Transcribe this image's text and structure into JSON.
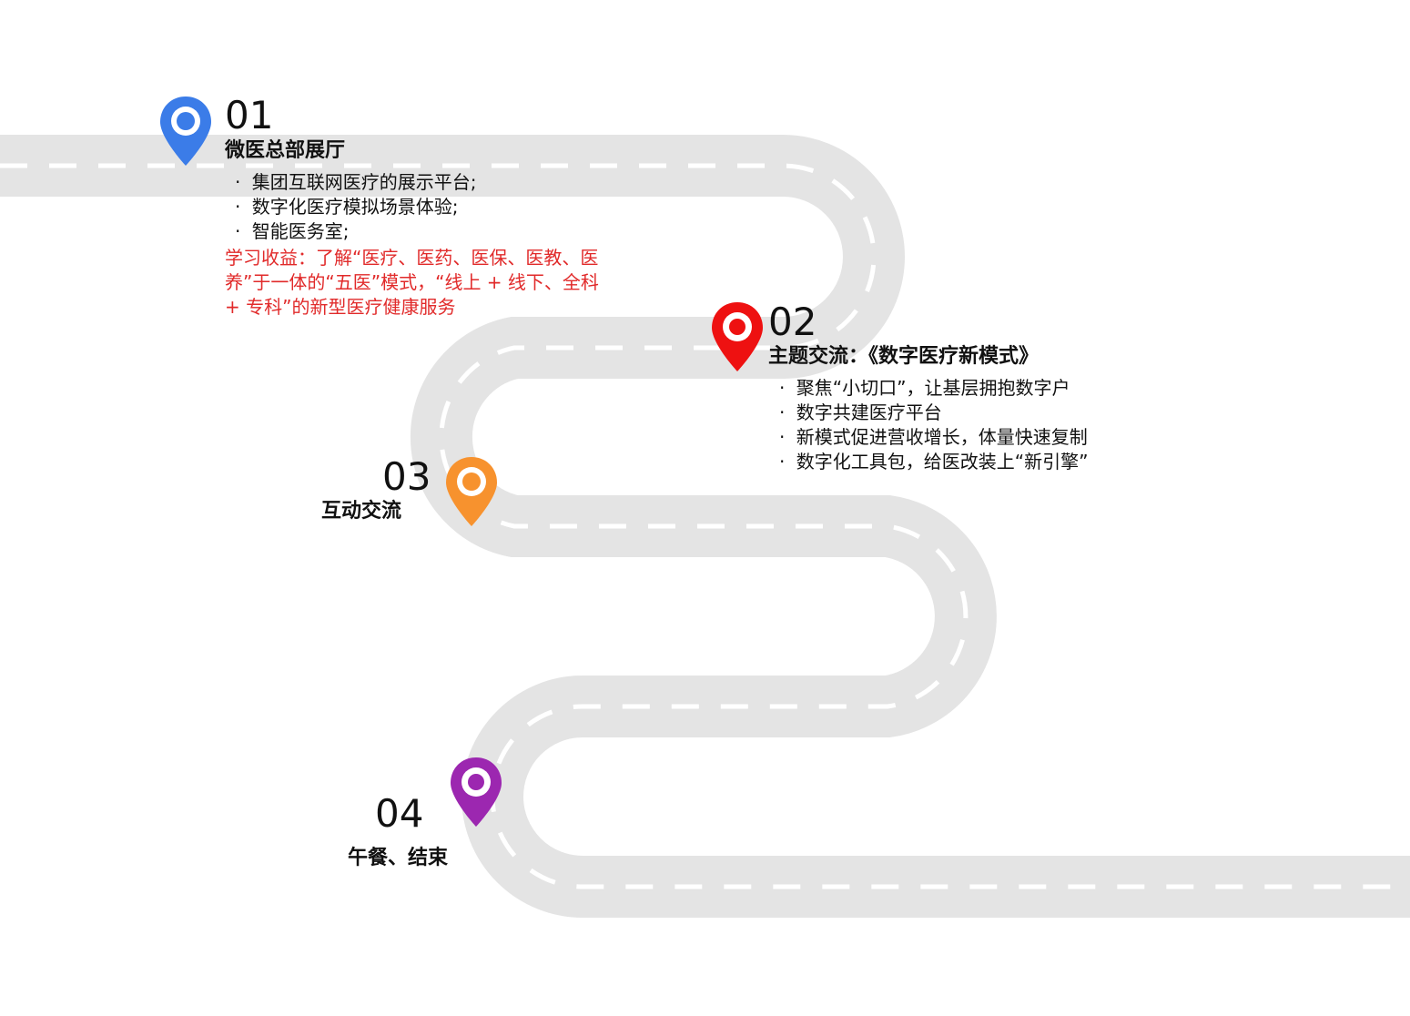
{
  "colors": {
    "road": "#e4e4e4",
    "lane": "#ffffff",
    "highlight": "#e12a2a"
  },
  "stops": [
    {
      "number": "01",
      "title": "微医总部展厅",
      "pin_color": "#3b7ce8",
      "pin_style": "ring",
      "bullets": [
        "集团互联网医疗的展示平台;",
        "数字化医疗模拟场景体验;",
        "智能医务室;"
      ],
      "benefit": "学习收益：了解“医疗、医药、医保、医教、医养”于一体的“五医”模式，“线上 + 线下、全科 + 专科”的新型医疗健康服务"
    },
    {
      "number": "02",
      "title": "主题交流：《数字医疗新模式》",
      "pin_color": "#ee1111",
      "pin_style": "dot",
      "bullets": [
        "聚焦“小切口”，让基层拥抱数字户",
        "数字共建医疗平台",
        "新模式促进营收增长，体量快速复制",
        "数字化工具包，给医改装上“新引擎”"
      ]
    },
    {
      "number": "03",
      "title": "互动交流",
      "pin_color": "#f7922e",
      "pin_style": "ring"
    },
    {
      "number": "04",
      "title": "午餐、结束",
      "pin_color": "#9c27b0",
      "pin_style": "dot"
    }
  ]
}
